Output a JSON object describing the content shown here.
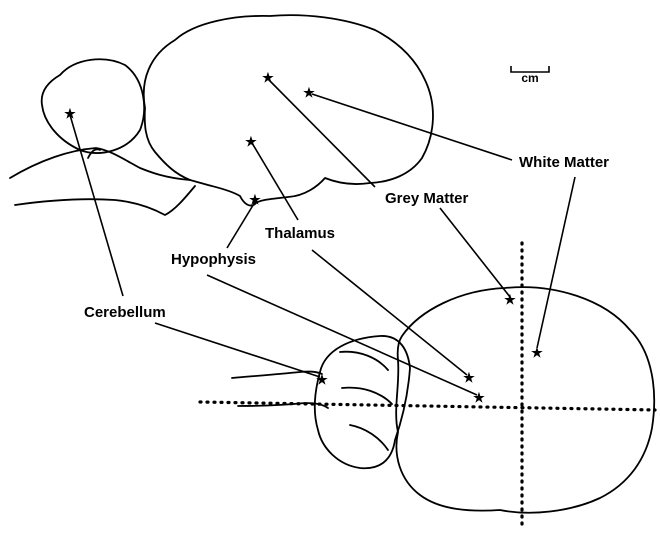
{
  "labels": {
    "white_matter": "White Matter",
    "grey_matter": "Grey Matter",
    "thalamus": "Thalamus",
    "hypophysis": "Hypophysis",
    "cerebellum": "Cerebellum"
  },
  "scale_bar": {
    "unit": "cm"
  },
  "icons": [
    "star-marker-icon"
  ]
}
